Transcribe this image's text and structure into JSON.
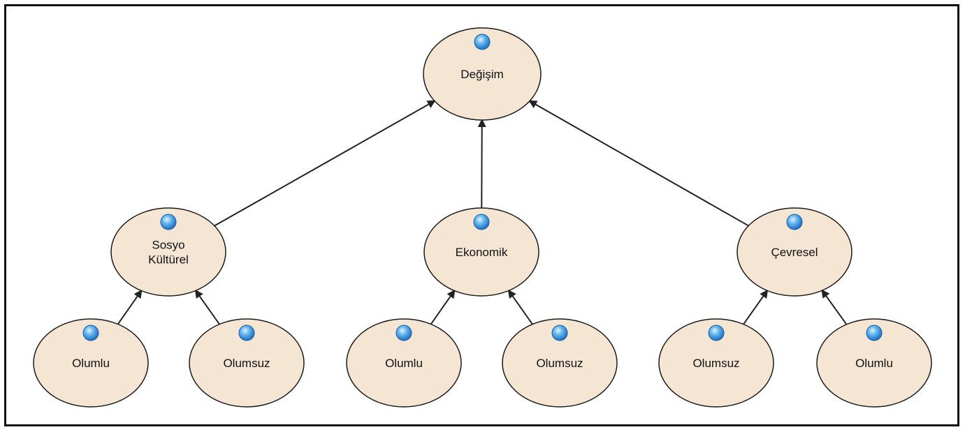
{
  "colors": {
    "node_fill": "#f5e6d4",
    "node_stroke": "#1a1a1a",
    "edge": "#222222",
    "indicator": "#2f8fd8"
  },
  "nodes": {
    "root": {
      "label": "Değişim",
      "icon": "blue-dot-icon"
    },
    "sosyo": {
      "label": [
        "Sosyo",
        "Kültürel"
      ],
      "icon": "blue-dot-icon"
    },
    "ekonomik": {
      "label": "Ekonomik",
      "icon": "blue-dot-icon"
    },
    "cevresel": {
      "label": "Çevresel",
      "icon": "blue-dot-icon"
    },
    "leaf1": {
      "label": "Olumlu",
      "icon": "blue-dot-icon"
    },
    "leaf2": {
      "label": "Olumsuz",
      "icon": "blue-dot-icon"
    },
    "leaf3": {
      "label": "Olumlu",
      "icon": "blue-dot-icon"
    },
    "leaf4": {
      "label": "Olumsuz",
      "icon": "blue-dot-icon"
    },
    "leaf5": {
      "label": "Olumsuz",
      "icon": "blue-dot-icon"
    },
    "leaf6": {
      "label": "Olumlu",
      "icon": "blue-dot-icon"
    }
  },
  "edges": [
    {
      "from": "sosyo",
      "to": "root"
    },
    {
      "from": "ekonomik",
      "to": "root"
    },
    {
      "from": "cevresel",
      "to": "root"
    },
    {
      "from": "leaf1",
      "to": "sosyo"
    },
    {
      "from": "leaf2",
      "to": "sosyo"
    },
    {
      "from": "leaf3",
      "to": "ekonomik"
    },
    {
      "from": "leaf4",
      "to": "ekonomik"
    },
    {
      "from": "leaf5",
      "to": "cevresel"
    },
    {
      "from": "leaf6",
      "to": "cevresel"
    }
  ]
}
